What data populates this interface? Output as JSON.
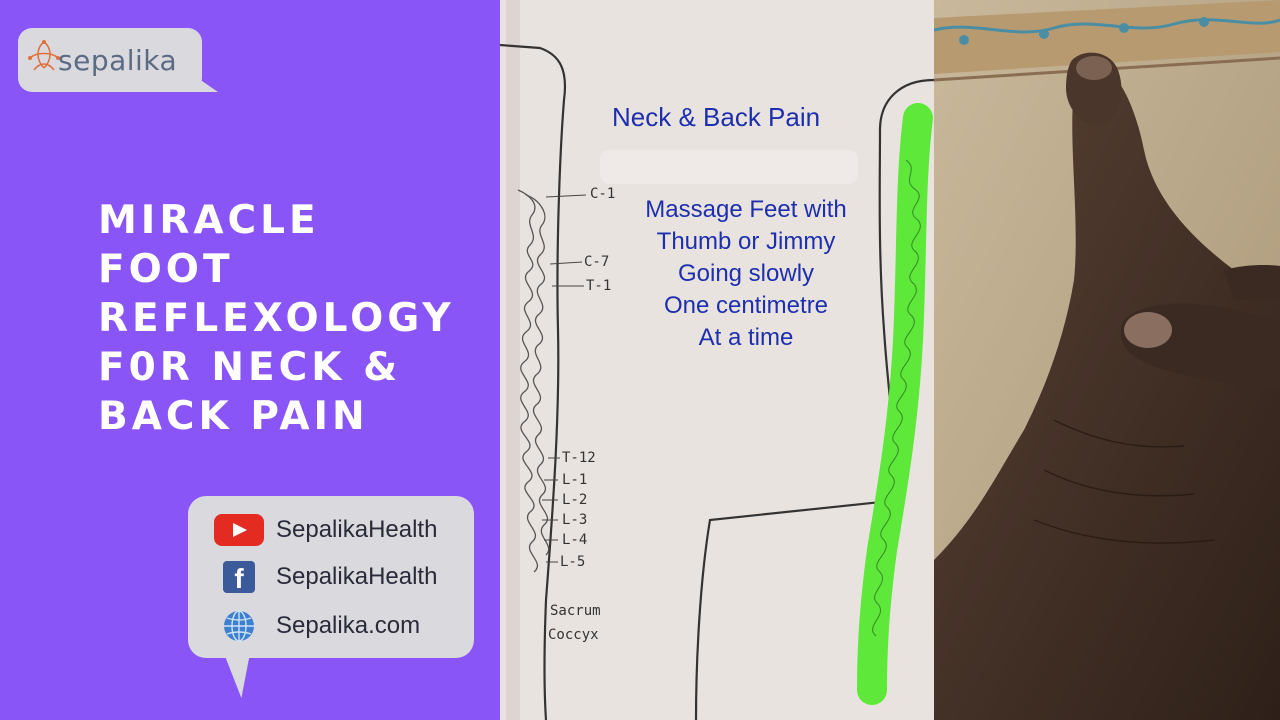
{
  "brand": {
    "logo_text": "sepalika"
  },
  "headline": {
    "lines": [
      "MIRACLE",
      "FOOT",
      "REFLEXOLOGY",
      "F0R NECK &",
      "BACK PAIN"
    ]
  },
  "social": {
    "youtube": "SepalikaHealth",
    "facebook": "SepalikaHealth",
    "website": "Sepalika.com"
  },
  "diagram": {
    "title": "Neck & Back Pain",
    "instructions": [
      "Massage Feet with",
      "Thumb or Jimmy",
      "Going slowly",
      "One centimetre",
      "At a time"
    ],
    "vertebra_labels": {
      "c1": "C-1",
      "c7": "C-7",
      "t1": "T-1",
      "t12": "T-12",
      "l1": "L-1",
      "l2": "L-2",
      "l3": "L-3",
      "l4": "L-4",
      "l5": "L-5",
      "sacrum": "Sacrum",
      "coccyx": "Coccyx"
    }
  },
  "colors": {
    "panel_purple": "#8a55f7",
    "bubble_gray": "#d9d9de",
    "diagram_text_blue": "#1d2fae",
    "spine_highlight_green": "#5ee83a",
    "youtube_red": "#e32b22",
    "facebook_blue": "#3b5a9a"
  },
  "icons": {
    "youtube": "youtube-icon",
    "facebook": "facebook-icon",
    "website": "globe-icon",
    "logo": "sepalika-logo-icon"
  }
}
